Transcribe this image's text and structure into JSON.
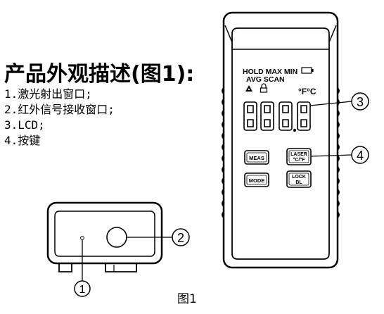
{
  "header": {
    "title": "产品外观描述(图1):"
  },
  "description": {
    "items": [
      "1.激光射出窗口;",
      "2.红外信号接收窗口;",
      "3.LCD;",
      "4.按键"
    ]
  },
  "device": {
    "lcd": {
      "line1": "HOLD MAX MIN",
      "line2": "AVG SCAN",
      "units": "°F°C",
      "digits": "8888"
    },
    "buttons": {
      "meas": "MEAS",
      "laser_top": "LASER",
      "laser_bottom": "°C/°F",
      "mode": "MODE",
      "lock_top": "LOCK",
      "lock_bottom": "BL"
    }
  },
  "callouts": {
    "c1": "1",
    "c2": "2",
    "c3": "3",
    "c4": "4"
  },
  "figure": {
    "caption": "图1"
  }
}
